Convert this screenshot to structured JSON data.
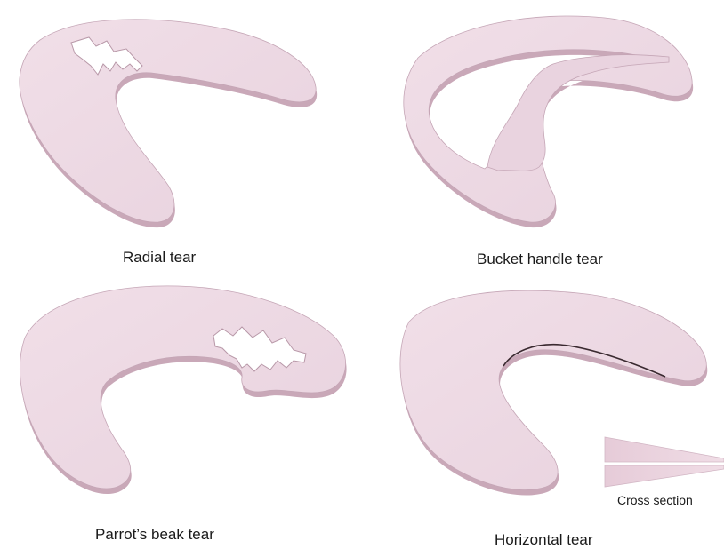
{
  "labels": {
    "radial": "Radial tear",
    "bucket_handle": "Bucket handle tear",
    "parrots_beak": "Parrot’s beak tear",
    "horizontal": "Horizontal tear",
    "cross_section": "Cross section"
  },
  "colors": {
    "meniscus_fill": "#ecd7e2",
    "meniscus_side": "#c9a8b8",
    "outline": "#b898a8",
    "tear_line": "#3a2a30",
    "background": "#ffffff"
  }
}
